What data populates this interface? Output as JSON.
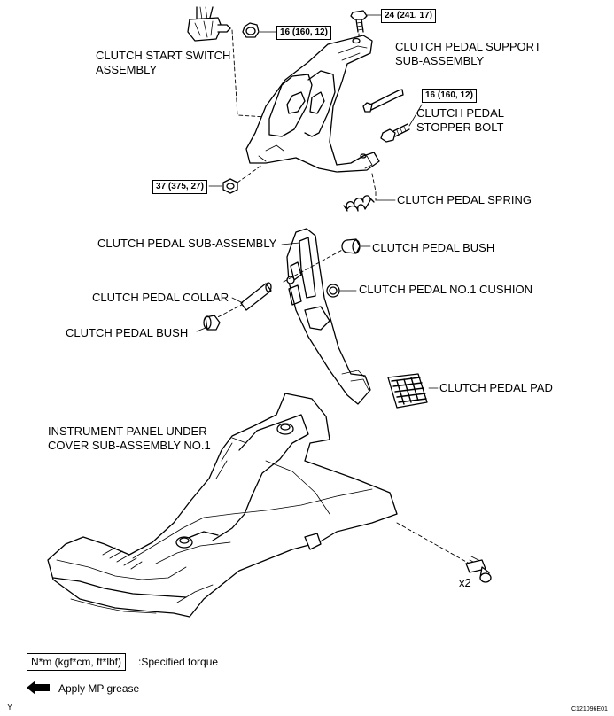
{
  "labels": {
    "clutch_start_switch": [
      "CLUTCH START SWITCH",
      "ASSEMBLY"
    ],
    "pedal_support": [
      "CLUTCH PEDAL SUPPORT",
      "SUB-ASSEMBLY"
    ],
    "stopper_bolt": [
      "CLUTCH PEDAL",
      "STOPPER BOLT"
    ],
    "pedal_spring": "CLUTCH PEDAL SPRING",
    "pedal_sub_assembly": "CLUTCH PEDAL SUB-ASSEMBLY",
    "pedal_bush_upper": "CLUTCH PEDAL BUSH",
    "pedal_collar": "CLUTCH PEDAL COLLAR",
    "cushion": "CLUTCH PEDAL NO.1 CUSHION",
    "pedal_bush_lower": "CLUTCH PEDAL BUSH",
    "pedal_pad": "CLUTCH PEDAL PAD",
    "under_cover": [
      "INSTRUMENT PANEL UNDER",
      "COVER SUB-ASSEMBLY NO.1"
    ],
    "x2": "x2"
  },
  "torques": {
    "nut_switch": "16 (160, 12)",
    "bolt_top": "24 (241, 17)",
    "stopper": "16 (160, 12)",
    "nut_lower": "37 (375, 27)"
  },
  "legend": {
    "torque_box": "N*m (kgf*cm, ft*lbf)",
    "torque_text": ":Specified torque",
    "grease_text": "Apply MP grease"
  },
  "footer": {
    "code": "C121096E01",
    "corner": "Y"
  }
}
